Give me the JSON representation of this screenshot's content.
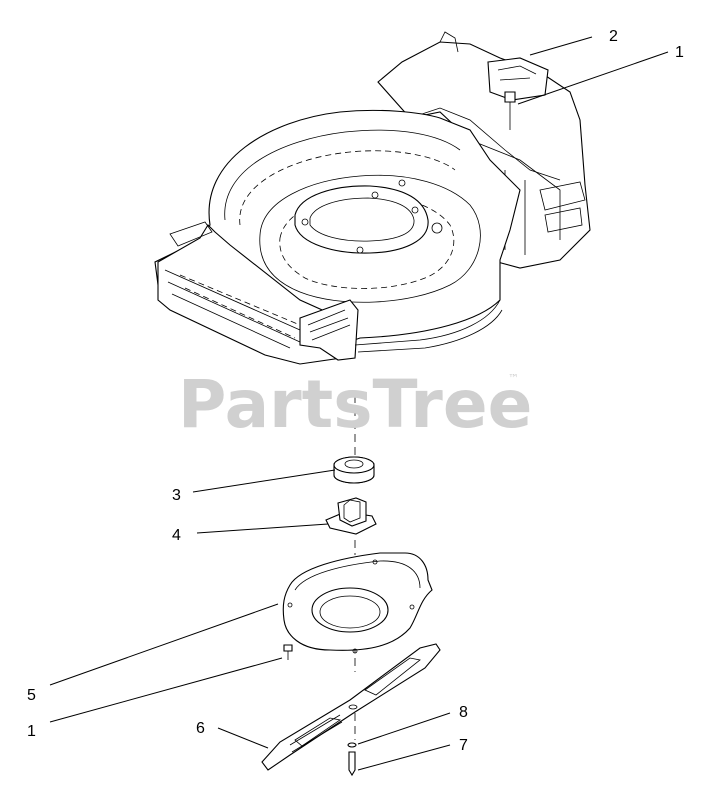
{
  "watermark": {
    "text": "PartsTree",
    "trademark": "™"
  },
  "callouts": {
    "c1_top": "1",
    "c2": "2",
    "c3": "3",
    "c4": "4",
    "c5": "5",
    "c1_bottom": "1",
    "c6": "6",
    "c8": "8",
    "c7": "7"
  },
  "colors": {
    "line": "#000000",
    "watermark": "#d0d0d0",
    "background": "#ffffff"
  }
}
